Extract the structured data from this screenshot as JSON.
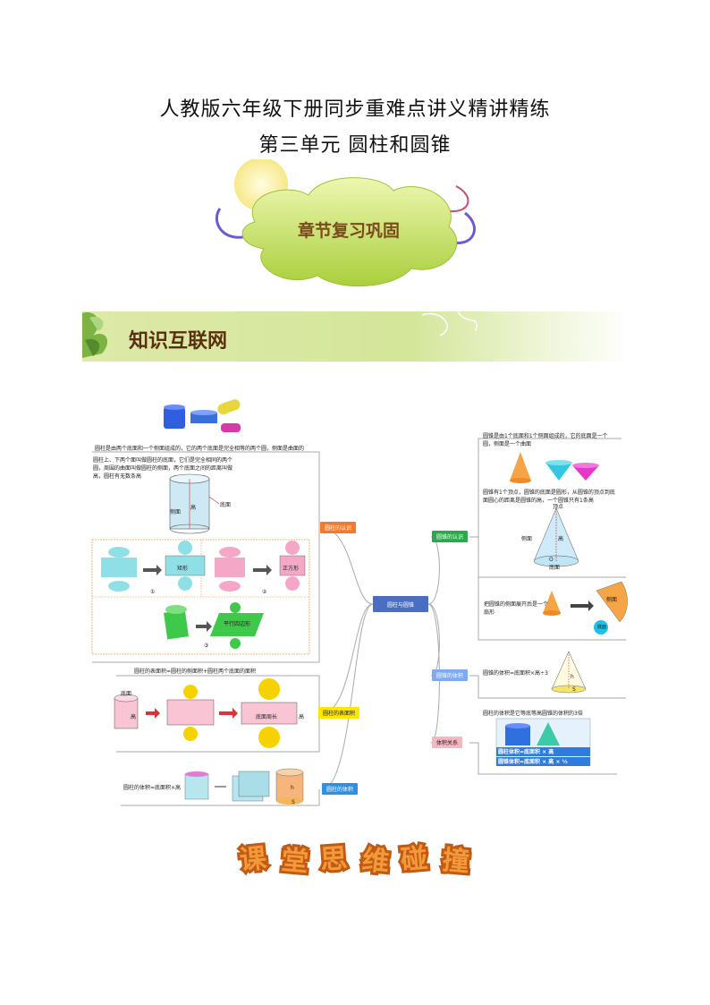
{
  "header": {
    "title": "人教版六年级下册同步重难点讲义精讲精练",
    "subtitle": "第三单元  圆柱和圆锥"
  },
  "cloud_badge": {
    "text": "章节复习巩固"
  },
  "section_banner": {
    "text": "知识互联网"
  },
  "mindmap": {
    "center": "圆柱与圆锥",
    "left_branches": [
      {
        "label": "圆柱的认识",
        "color": "#f47a2a"
      },
      {
        "label": "圆柱的表面积",
        "color": "#ffe600"
      },
      {
        "label": "圆柱的体积",
        "color": "#2f8fe0"
      }
    ],
    "right_branches": [
      {
        "label": "圆锥的认识",
        "color": "#2aa84a"
      },
      {
        "label": "圆锥的体积",
        "color": "#7fa9f0"
      },
      {
        "label": "体积关系",
        "color": "#f4b7c0"
      }
    ],
    "cyl_desc1": "圆柱是由两个底面和一个侧面组成的，它的两个底面是完全相等的两个圆，侧面是曲面的",
    "cyl_desc2": "圆柱上、下两个面叫做圆柱的底面，它们是完全相同的两个圆，周围的曲面叫做圆柱的侧面，两个底面之间的距离叫做高，圆柱有无数条高",
    "cyl_fig_labels": {
      "side": "侧面",
      "height": "高",
      "base": "底面"
    },
    "unfold_labels": {
      "rect": "矩形",
      "square": "正方形",
      "para": "平行四边形",
      "n1": "①",
      "n2": "②",
      "n3": "③"
    },
    "surface_formula": "圆柱的表面积=圆柱的侧面积+圆柱两个底面的面积",
    "surface_labels": {
      "base": "底面",
      "height": "高",
      "circ": "底面周长",
      "h2": "高"
    },
    "volume_formula": "圆柱的体积=底面积×高",
    "volume_labels": {
      "h": "h",
      "s": "S"
    },
    "cone_desc1": "圆锥是由1个底面和1个侧面组成的，它的底面是一个圆，侧面是一个曲面",
    "cone_desc2": "圆锥有1个顶点，圆锥的底面是圆形，从圆锥的顶点到底面圆心的距离是圆锥的高，一个圆锥只有1条高",
    "cone_fig_labels": {
      "apex": "顶点",
      "side": "侧面",
      "height": "高",
      "base": "底面",
      "o": "O"
    },
    "cone_unfold": "把圆锥的侧面展开后是一个扇形",
    "cone_unfold_labels": {
      "side": "侧面",
      "base": "底面"
    },
    "cone_volume": "圆锥的体积=底面积×高÷3",
    "cone_vol_labels": {
      "h": "h",
      "s": "S"
    },
    "relation_desc": "圆柱的体积是它等底等高圆锥的体积的3倍",
    "relation_formula1": "圆柱体积=底面积 × 高",
    "relation_formula2": "圆锥体积=底面积 × 高 × ⅓"
  },
  "bottom_banner": {
    "chars": [
      "课",
      "堂",
      "思",
      "维",
      "碰",
      "撞"
    ]
  },
  "colors": {
    "green": "#9bc53d",
    "orange": "#f08a24",
    "banner_green": "#c8df8a"
  }
}
